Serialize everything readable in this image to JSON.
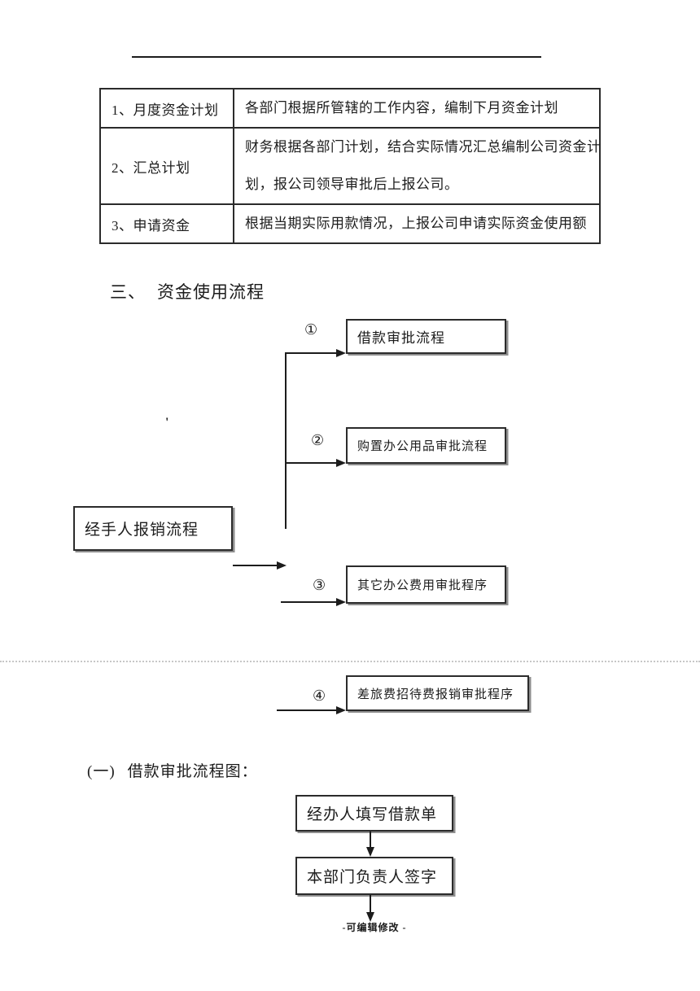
{
  "colors": {
    "ink": "#1c1c1c",
    "border": "#2b2b2b",
    "dotted_rule": "#c7c7c7"
  },
  "table": {
    "rows": [
      {
        "label": "1、月度资金计划",
        "lines": [
          "各部门根据所管辖的工作内容，编制下月资金计划"
        ]
      },
      {
        "label": "2、汇总计划",
        "lines": [
          "财务根据各部门计划，结合实际情况汇总编制公司资金计",
          "划，报公司领导审批后上报公司。"
        ]
      },
      {
        "label": "3、申请资金",
        "lines": [
          "根据当期实际用款情况，上报公司申请实际资金使用额"
        ]
      }
    ]
  },
  "section_heading": {
    "number": "三、",
    "title": "资金使用流程"
  },
  "flowchart": {
    "stray_mark": "'",
    "source_label": "经手人报销流程",
    "branches": [
      {
        "num": "①",
        "label": "借款审批流程"
      },
      {
        "num": "②",
        "label": "购置办公用品审批流程"
      },
      {
        "num": "③",
        "label": "其它办公费用审批程序"
      },
      {
        "num": "④",
        "label": "差旅费招待费报销审批程序"
      }
    ]
  },
  "subsection_heading": {
    "number": "(一)",
    "title": "借款审批流程图："
  },
  "loan_flowchart": {
    "steps": [
      "经办人填写借款单",
      "本部门负责人签字"
    ]
  },
  "footer": {
    "note": "-可编辑修改 -"
  }
}
